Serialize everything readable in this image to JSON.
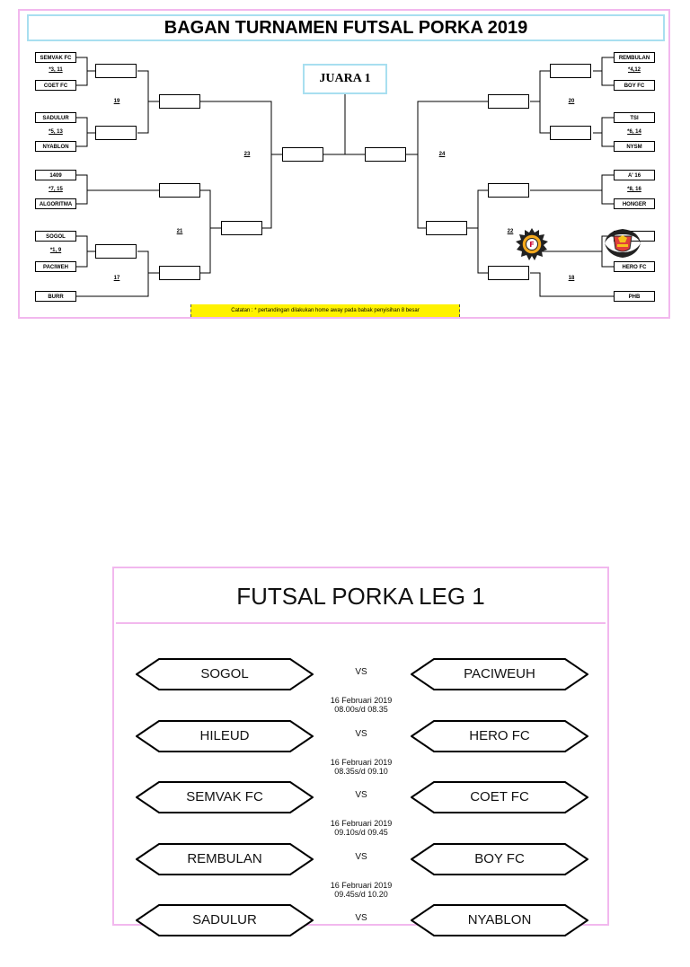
{
  "bracket": {
    "title": "BAGAN TURNAMEN FUTSAL PORKA 2019",
    "champion_label": "JUARA 1",
    "left_teams": [
      "SEMVAK FC",
      "COET FC",
      "SADULUR",
      "NYABLON",
      "1409",
      "ALGORITMA",
      "SOGOL",
      "PACIWEH",
      "BURR"
    ],
    "left_schedules": [
      "*3, 11",
      "*5, 13",
      "*7, 15",
      "*1, 9"
    ],
    "right_teams": [
      "REMBULAN",
      "BOY FC",
      "TSI",
      "NYSM",
      "A' 16",
      "HONGER",
      "",
      "HERO FC",
      "PHB"
    ],
    "right_schedules": [
      "*4,12",
      "*6, 14",
      "*8, 16"
    ],
    "match_numbers": [
      "19",
      "23",
      "21",
      "17",
      "20",
      "24",
      "22",
      "18"
    ],
    "note": "Catatan : * pertandingan dilakukan home away pada babak penyisihan 8 besar",
    "logo_icons": [
      "club-crest-icon",
      "club-crest-icon"
    ]
  },
  "leg": {
    "title": "FUTSAL PORKA LEG 1",
    "vs_label": "VS",
    "matches": [
      {
        "home": "SOGOL",
        "away": "PACIWEUH",
        "date": "16 Februari 2019",
        "time": "08.00s/d 08.35"
      },
      {
        "home": "HILEUD",
        "away": "HERO FC",
        "date": "16 Februari 2019",
        "time": "08.35s/d 09.10"
      },
      {
        "home": "SEMVAK FC",
        "away": "COET FC",
        "date": "16 Februari 2019",
        "time": "09.10s/d 09.45"
      },
      {
        "home": "REMBULAN",
        "away": "BOY FC",
        "date": "16 Februari 2019",
        "time": "09.45s/d 10.20"
      },
      {
        "home": "SADULUR",
        "away": "NYABLON",
        "date": "",
        "time": ""
      }
    ]
  },
  "colors": {
    "panel_border": "#f2b8ee",
    "title_border": "#a8dff0",
    "note_bg": "#fff200"
  }
}
